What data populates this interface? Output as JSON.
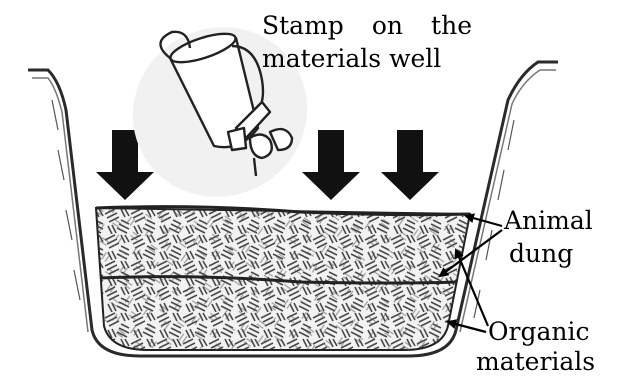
{
  "labels": {
    "stamp_line1": "Stamp   on   the",
    "stamp_line2": "materials well",
    "animal_line1": "Animal",
    "animal_line2": "dung",
    "organic_line1": "Organic",
    "organic_line2": "materials"
  },
  "icons": {
    "watering_can": "watering-can-icon",
    "down_arrow": "down-arrow-icon"
  },
  "colors": {
    "ink": "#000000",
    "fill_dark": "#3a3a3a",
    "fill_light": "#8a8a8a",
    "background": "#ffffff"
  }
}
